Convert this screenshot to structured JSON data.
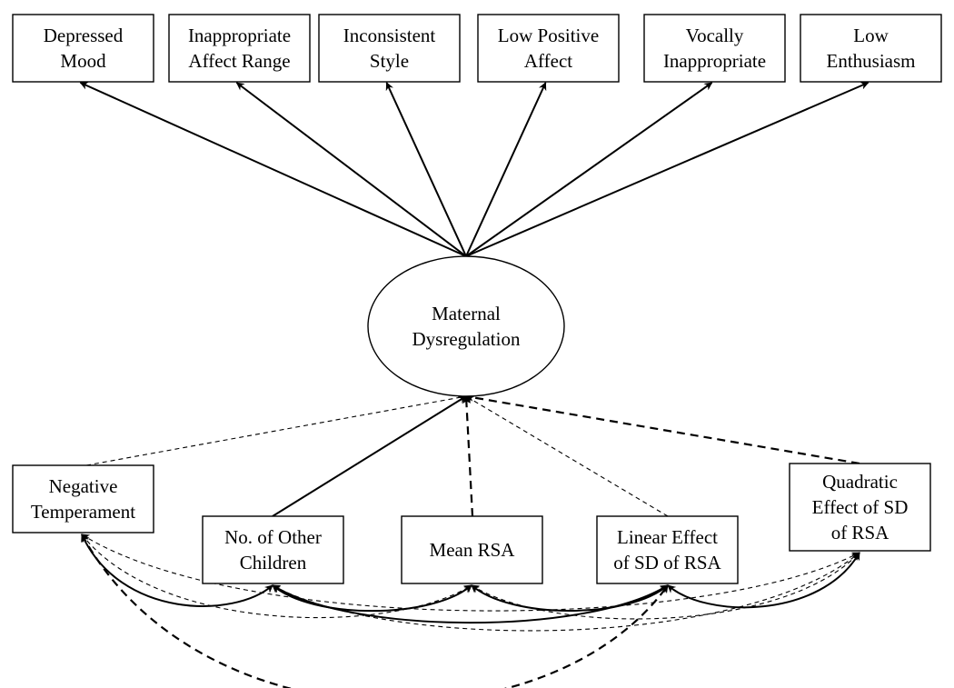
{
  "indicators": [
    {
      "id": "depressed-mood",
      "lines": [
        "Depressed",
        "Mood"
      ]
    },
    {
      "id": "inappropriate-affect-range",
      "lines": [
        "Inappropriate",
        "Affect Range"
      ]
    },
    {
      "id": "inconsistent-style",
      "lines": [
        "Inconsistent",
        "Style"
      ]
    },
    {
      "id": "low-positive-affect",
      "lines": [
        "Low Positive",
        "Affect"
      ]
    },
    {
      "id": "vocally-inappropriate",
      "lines": [
        "Vocally",
        "Inappropriate"
      ]
    },
    {
      "id": "low-enthusiasm",
      "lines": [
        "Low",
        "Enthusiasm"
      ]
    }
  ],
  "latent": {
    "id": "maternal-dysregulation",
    "lines": [
      "Maternal",
      "Dysregulation"
    ]
  },
  "predictors": [
    {
      "id": "negative-temperament",
      "lines": [
        "Negative",
        "Temperament"
      ],
      "path_to_latent": "dashed-thin"
    },
    {
      "id": "no-of-other-children",
      "lines": [
        "No. of Other",
        "Children"
      ],
      "path_to_latent": "solid"
    },
    {
      "id": "mean-rsa",
      "lines": [
        "Mean RSA"
      ],
      "path_to_latent": "dashed-bold"
    },
    {
      "id": "linear-effect-sd-rsa",
      "lines": [
        "Linear Effect",
        "of SD of RSA"
      ],
      "path_to_latent": "dashed-thin"
    },
    {
      "id": "quadratic-effect-sd-rsa",
      "lines": [
        "Quadratic",
        "Effect of SD",
        "of RSA"
      ],
      "path_to_latent": "dashed-bold"
    }
  ],
  "covariances": [
    {
      "from": "negative-temperament",
      "to": "no-of-other-children",
      "style": "solid"
    },
    {
      "from": "negative-temperament",
      "to": "mean-rsa",
      "style": "dashed-thin"
    },
    {
      "from": "negative-temperament",
      "to": "linear-effect-sd-rsa",
      "style": "dashed-bold"
    },
    {
      "from": "negative-temperament",
      "to": "quadratic-effect-sd-rsa",
      "style": "dashed-thin"
    },
    {
      "from": "no-of-other-children",
      "to": "mean-rsa",
      "style": "solid"
    },
    {
      "from": "no-of-other-children",
      "to": "linear-effect-sd-rsa",
      "style": "solid"
    },
    {
      "from": "no-of-other-children",
      "to": "quadratic-effect-sd-rsa",
      "style": "dashed-thin"
    },
    {
      "from": "mean-rsa",
      "to": "linear-effect-sd-rsa",
      "style": "solid"
    },
    {
      "from": "mean-rsa",
      "to": "quadratic-effect-sd-rsa",
      "style": "dashed-thin"
    },
    {
      "from": "linear-effect-sd-rsa",
      "to": "quadratic-effect-sd-rsa",
      "style": "solid"
    }
  ],
  "colors": {
    "stroke": "#000000",
    "background": "#ffffff"
  }
}
